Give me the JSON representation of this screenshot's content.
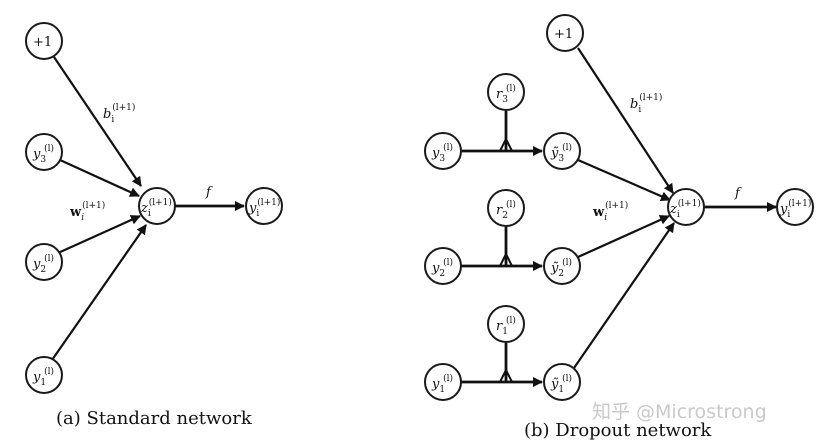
{
  "captions": {
    "standard": "(a) Standard network",
    "dropout": "(b) Dropout network"
  },
  "watermark": "知乎 @Microstrong",
  "edge_labels": {
    "bias_weight": "b",
    "bias_sub": "i",
    "bias_sup": "(l+1)",
    "weights": "w",
    "weights_sub": "i",
    "weights_sup": "(l+1)",
    "activation": "f"
  },
  "nodes": {
    "bias": "+1",
    "y_base": "y",
    "y_layer": "(l)",
    "y_next_sup": "(l+1)",
    "z_base": "z",
    "z_sub": "i",
    "z_sup": "(l+1)",
    "r_base": "r",
    "r_layer": "(l)",
    "ytilde_base": "ỹ",
    "y1_sub": "1",
    "y2_sub": "2",
    "y3_sub": "3",
    "yi_sub": "i"
  }
}
